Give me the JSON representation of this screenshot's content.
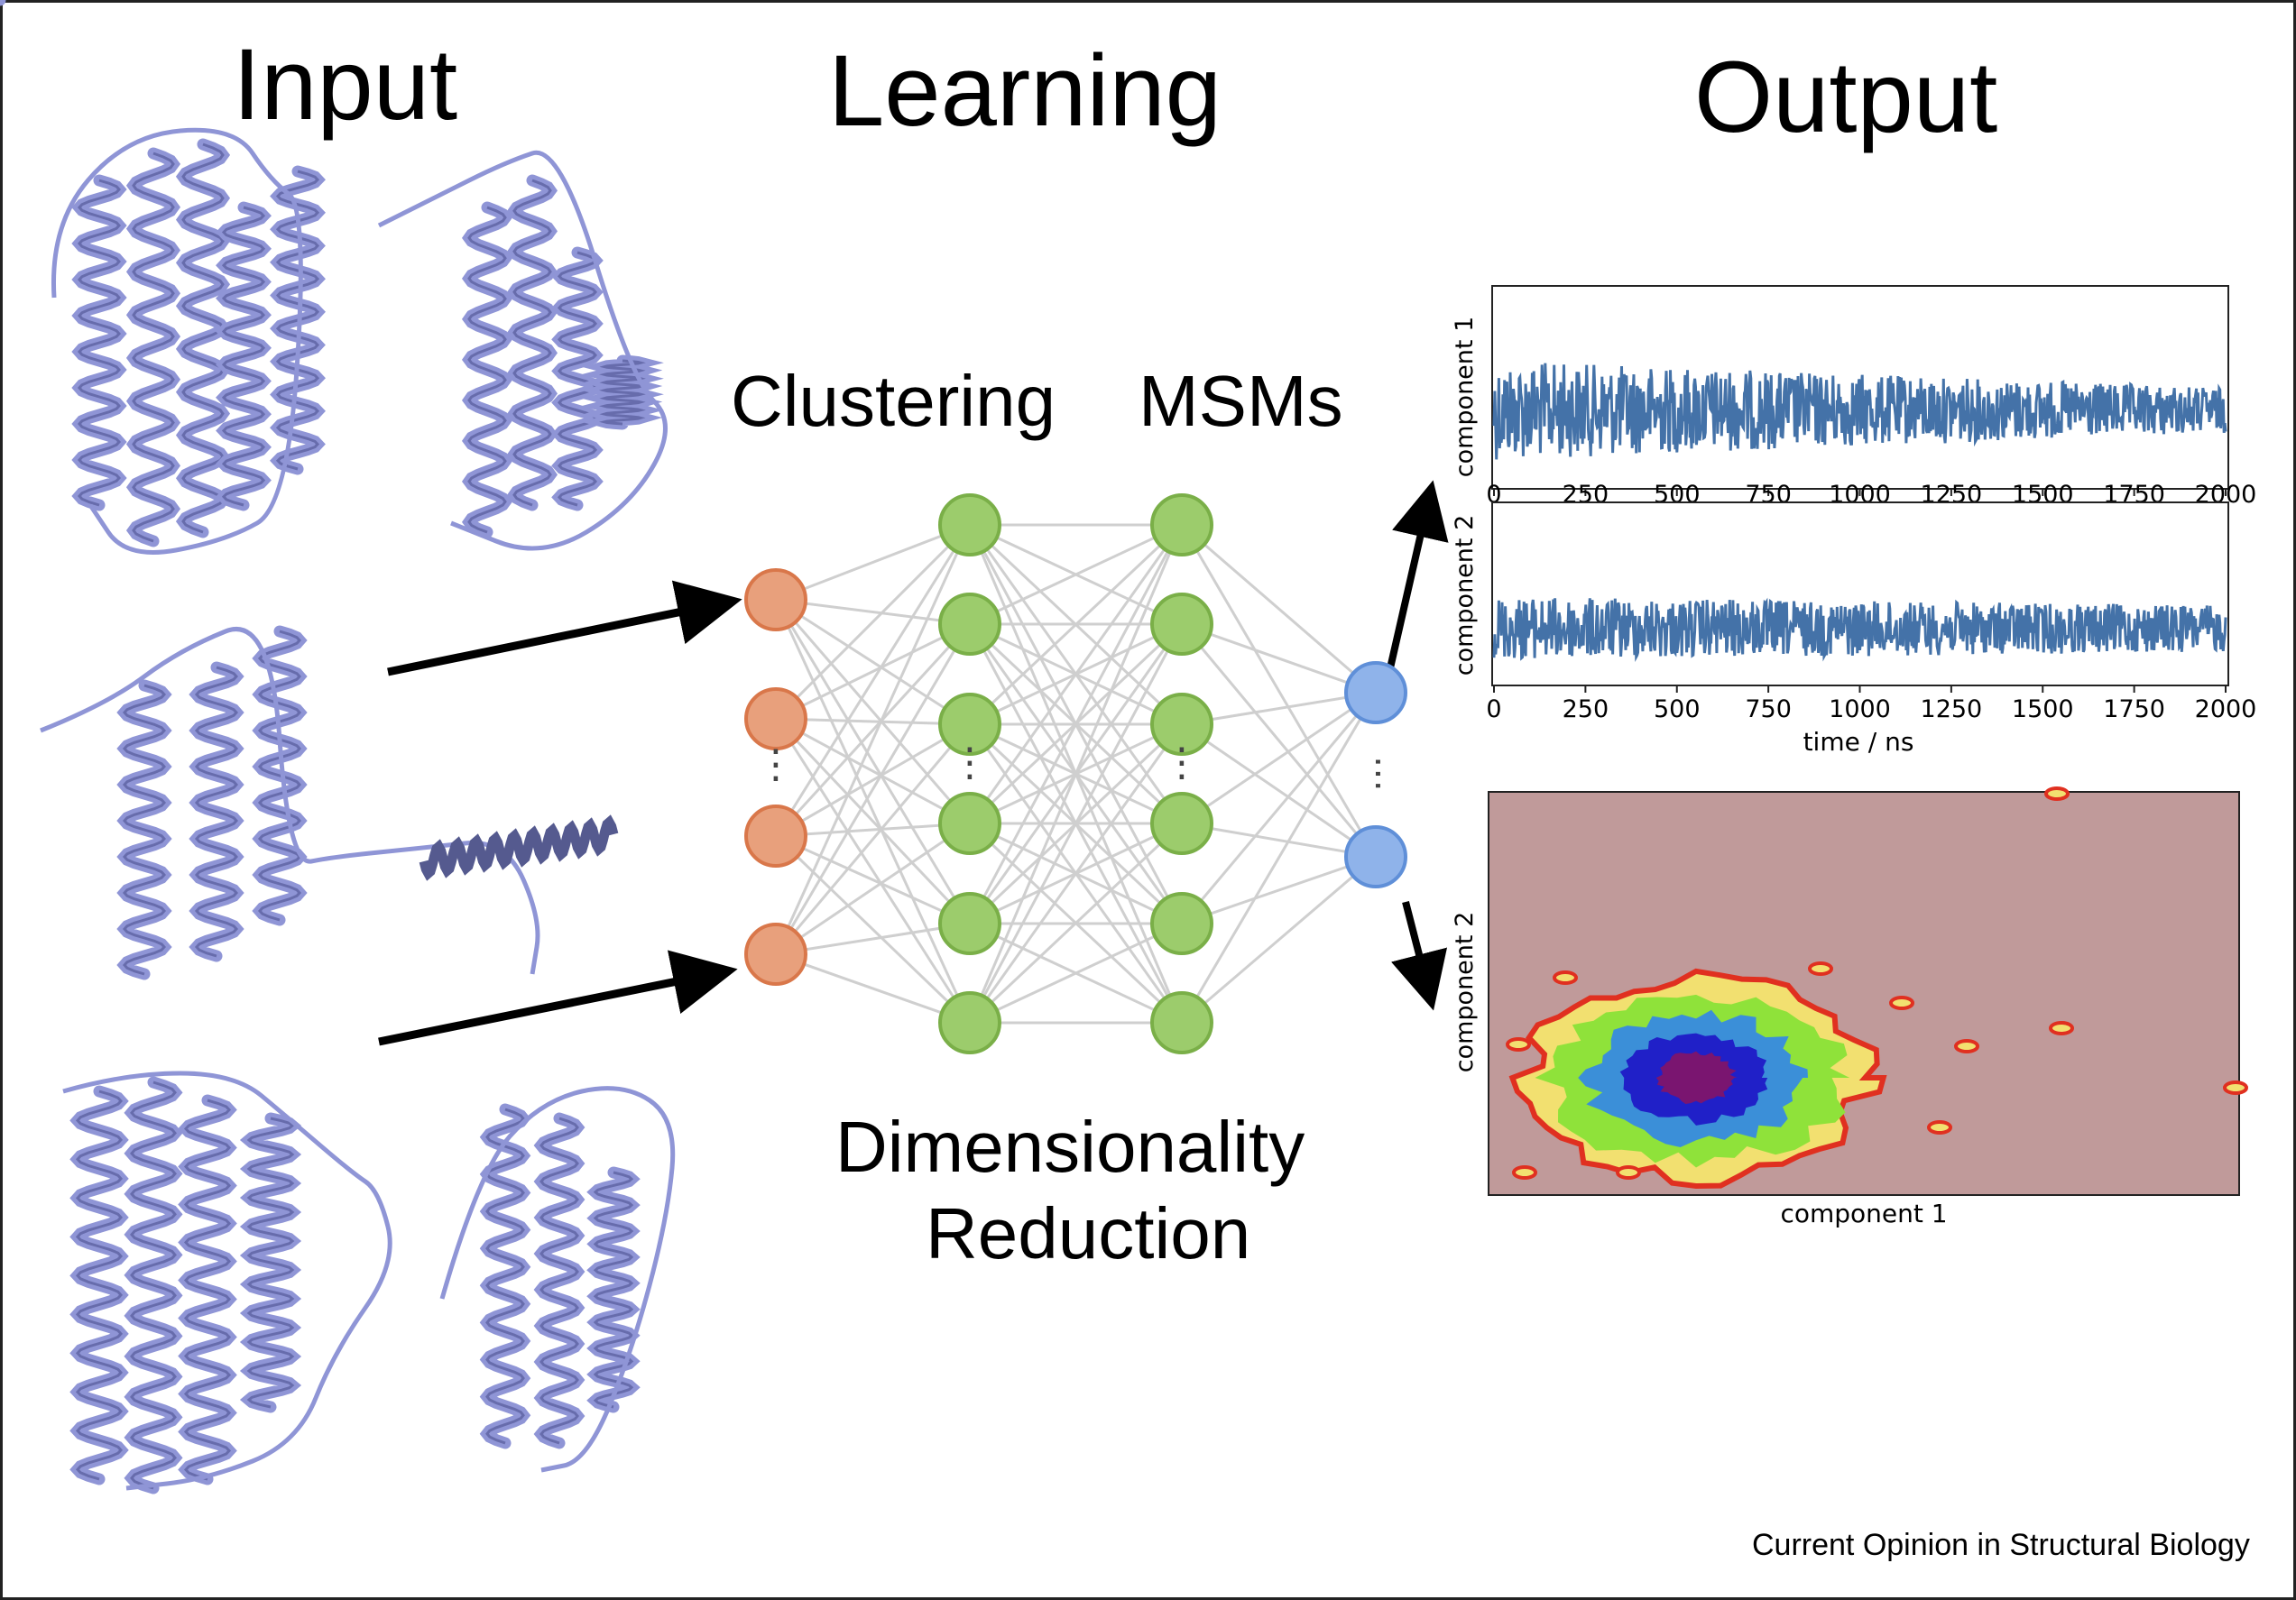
{
  "headings": {
    "input": "Input",
    "learning": "Learning",
    "output": "Output"
  },
  "labels": {
    "clustering": "Clustering",
    "msms": "MSMs",
    "dim_line1": "Dimensionality",
    "dim_line2": "Reduction"
  },
  "credit": "Current Opinion in Structural Biology",
  "colors": {
    "protein": "#8f95d6",
    "input_node": "#e8a07c",
    "hidden_node": "#9ccc6c",
    "output_node": "#8fb3ea",
    "series": "#4472a8",
    "heatmap_bg": "#c09a9a"
  },
  "network": {
    "layers": [
      4,
      6,
      6,
      2
    ],
    "ellipsis": "⋮",
    "output_ellipsis": "⋯"
  },
  "chart_data": [
    {
      "type": "line",
      "ylabel": "component 1",
      "xlim": [
        0,
        2000
      ],
      "xticks": [
        "0",
        "250",
        "500",
        "750",
        "1000",
        "1250",
        "1500",
        "1750",
        "2000"
      ]
    },
    {
      "type": "line",
      "ylabel": "component 2",
      "xlabel": "time / ns",
      "xlim": [
        0,
        2000
      ],
      "xticks": [
        "0",
        "250",
        "500",
        "750",
        "1000",
        "1250",
        "1500",
        "1750",
        "2000"
      ]
    },
    {
      "type": "heatmap",
      "xlabel": "component 1",
      "ylabel": "component 2"
    }
  ]
}
